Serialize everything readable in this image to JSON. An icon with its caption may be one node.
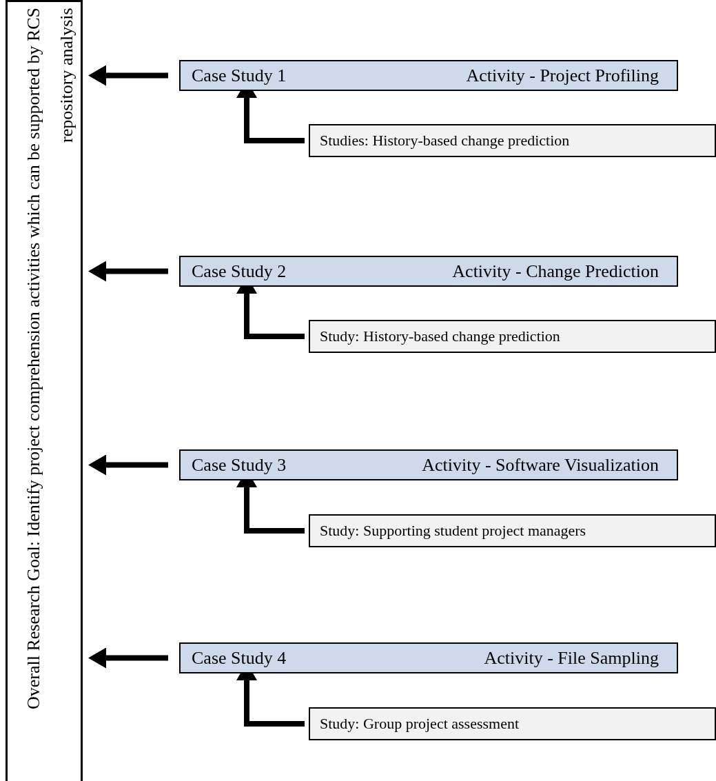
{
  "diagram": {
    "nodes": [
      {
        "text": [
          "Overall Research Goal: Identify project comprehension activities which can be supported by RCS repository analysis"
        ]
      },
      {
        "text": [
          "Case Study 1",
          "Activity - Project Profiling"
        ]
      },
      {
        "text": [
          "Studies: History-based change prediction"
        ]
      },
      {
        "text": [
          "Case Study 2",
          "Activity - Change Prediction"
        ]
      },
      {
        "text": [
          "Study: History-based change prediction"
        ]
      },
      {
        "text": [
          "Case Study 3",
          "Activity - Software Visualization"
        ]
      },
      {
        "text": [
          "Study: Supporting student project managers"
        ]
      },
      {
        "text": [
          "Case Study 4",
          "Activity - File Sampling"
        ]
      },
      {
        "text": [
          "Study: Group project assessment"
        ]
      }
    ],
    "edges": [
      {
        "from": 1,
        "to": 0,
        "arrow": "to"
      },
      {
        "from": 2,
        "to": 1,
        "arrow": "to"
      },
      {
        "from": 3,
        "to": 0,
        "arrow": "to"
      },
      {
        "from": 4,
        "to": 3,
        "arrow": "to"
      },
      {
        "from": 5,
        "to": 0,
        "arrow": "to"
      },
      {
        "from": 6,
        "to": 5,
        "arrow": "to"
      },
      {
        "from": 7,
        "to": 0,
        "arrow": "to"
      },
      {
        "from": 8,
        "to": 7,
        "arrow": "to"
      }
    ]
  }
}
